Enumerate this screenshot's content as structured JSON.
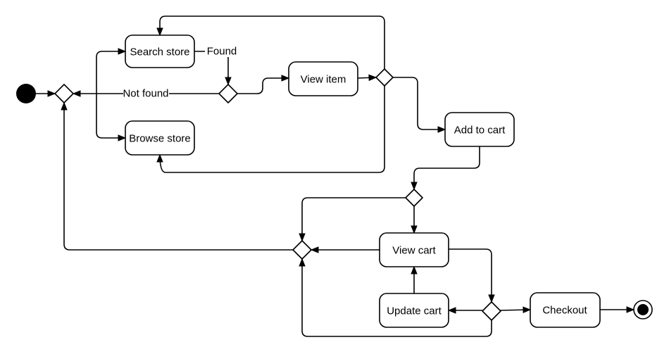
{
  "diagram": {
    "colors": {
      "background": "#ffffff",
      "stroke": "#000000",
      "shape_fill": "#ffffff",
      "text": "#000000"
    },
    "nodes": {
      "search_store": "Search store",
      "browse_store": "Browse store",
      "view_item": "View item",
      "add_to_cart": "Add to cart",
      "view_cart": "View cart",
      "update_cart": "Update cart",
      "checkout": "Checkout"
    },
    "edge_labels": {
      "found": "Found",
      "not_found": "Not found"
    }
  }
}
